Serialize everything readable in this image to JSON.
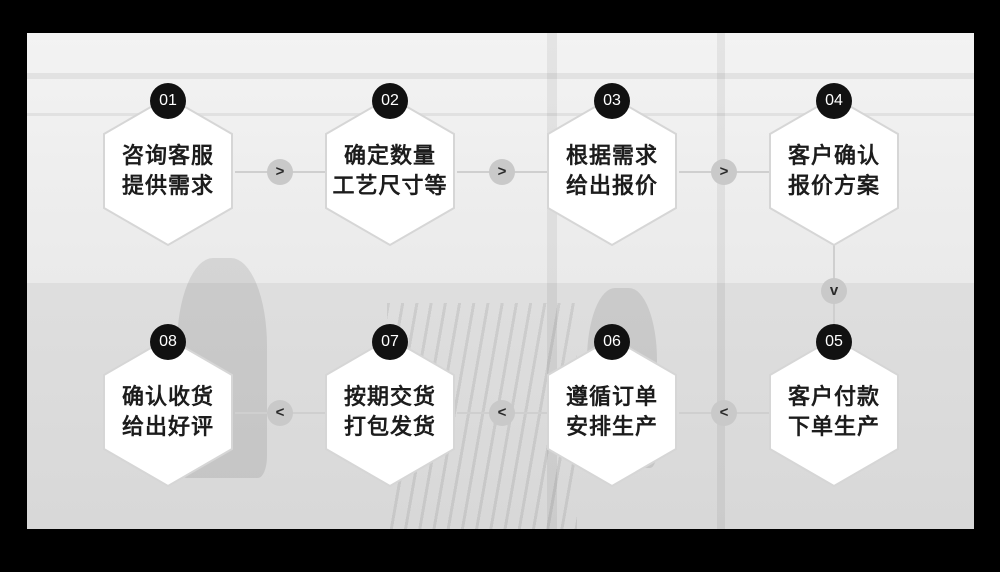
{
  "steps": [
    {
      "number": "01",
      "line1": "咨询客服",
      "line2": "提供需求"
    },
    {
      "number": "02",
      "line1": "确定数量",
      "line2": "工艺尺寸等"
    },
    {
      "number": "03",
      "line1": "根据需求",
      "line2": "给出报价"
    },
    {
      "number": "04",
      "line1": "客户确认",
      "line2": "报价方案"
    },
    {
      "number": "05",
      "line1": "客户付款",
      "line2": "下单生产"
    },
    {
      "number": "06",
      "line1": "遵循订单",
      "line2": "安排生产"
    },
    {
      "number": "07",
      "line1": "按期交货",
      "line2": "打包发货"
    },
    {
      "number": "08",
      "line1": "确认收货",
      "line2": "给出好评"
    }
  ],
  "arrows": {
    "right": ">",
    "down": "v",
    "left": "<"
  },
  "colors": {
    "outer_background": "#000000",
    "hex_fill": "#ffffff",
    "hex_stroke": "#d6d6d6",
    "badge": "#111111",
    "arrow_circle": "#c9c9c9"
  }
}
